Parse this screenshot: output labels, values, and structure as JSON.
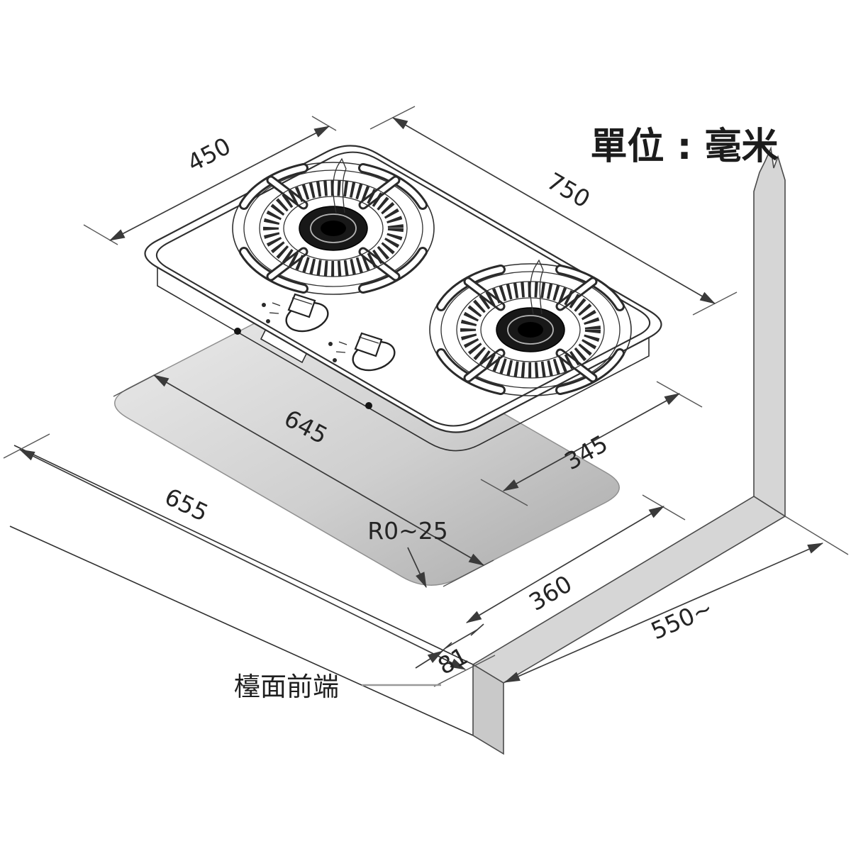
{
  "diagram": {
    "unit_label": "單位 : 毫米",
    "counter_front_label": "檯面前端",
    "dimensions": {
      "stove_depth": "450",
      "stove_width": "750",
      "cutout_width": "645",
      "cutout_depth": "345",
      "cutout_front_width": "655",
      "cutout_to_front": "360",
      "edge_strip": "81",
      "counter_depth_min": "550~",
      "cutout_corner_radius": "R0~25"
    },
    "colors": {
      "line": "#2f2f2f",
      "surface_gray": "#d6d6d6",
      "cutout_gray_light": "#e9e9e9",
      "cutout_gray_dark": "#a9a9a9",
      "background": "#ffffff"
    }
  }
}
